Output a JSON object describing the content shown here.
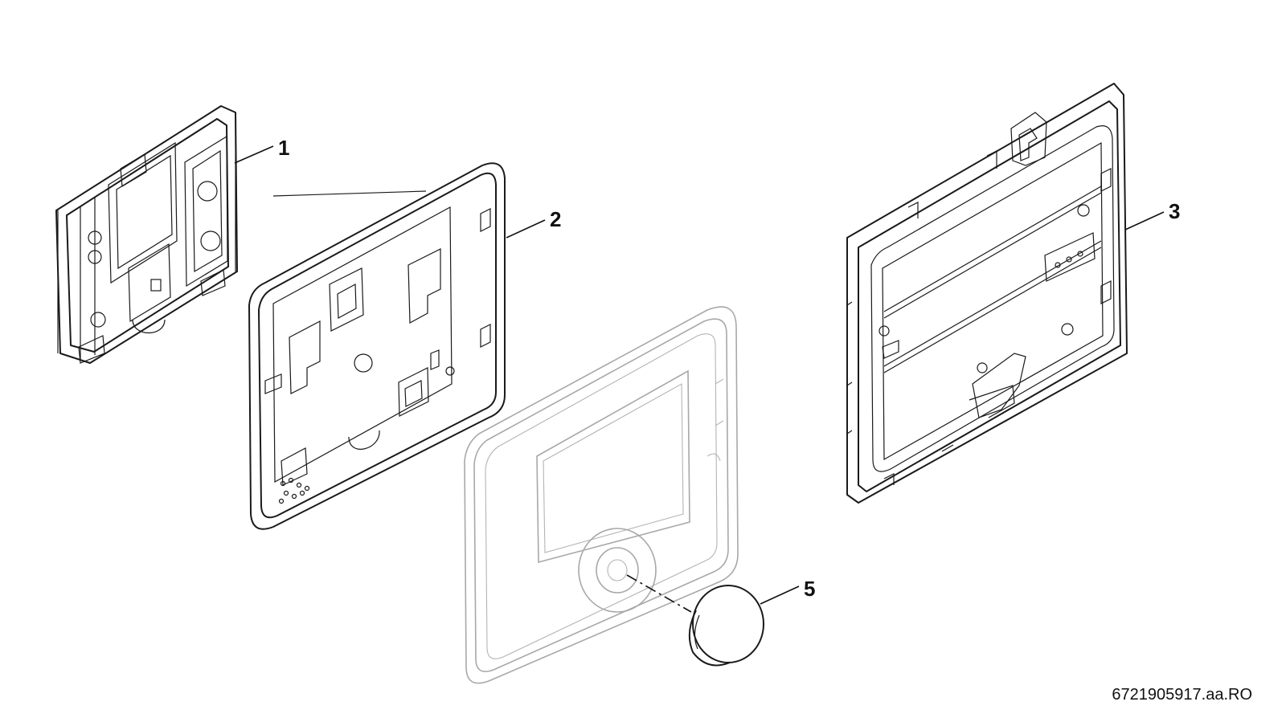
{
  "callouts": [
    {
      "id": "1",
      "label": "1"
    },
    {
      "id": "2",
      "label": "2"
    },
    {
      "id": "3",
      "label": "3"
    },
    {
      "id": "5",
      "label": "5"
    }
  ],
  "document_id": "6721905917.aa.RO"
}
